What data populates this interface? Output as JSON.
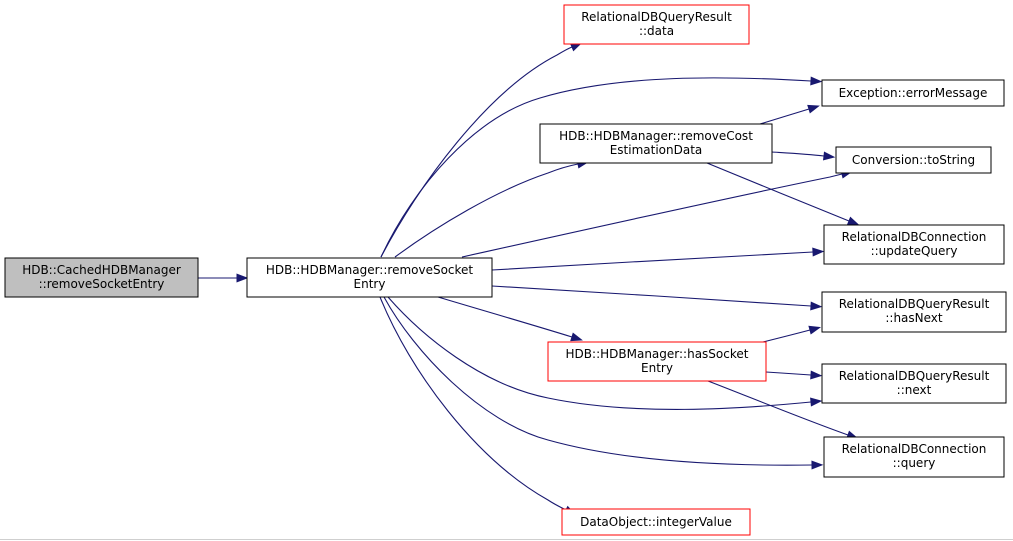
{
  "colors": {
    "edge": "#191970",
    "border_default": "#000000",
    "border_undocumented": "#ff0000",
    "focus_fill": "#bfbfbf",
    "node_fill": "#ffffff"
  },
  "nodes": {
    "cached_remove_socket_entry": {
      "line1": "HDB::CachedHDBManager",
      "line2": "::removeSocketEntry",
      "style": "focus"
    },
    "remove_socket_entry": {
      "line1": "HDB::HDBManager::removeSocket",
      "line2": "Entry",
      "style": "normal"
    },
    "rdbqr_data": {
      "line1": "RelationalDBQueryResult",
      "line2": "::data",
      "style": "red"
    },
    "exception_error_message": {
      "line1": "Exception::errorMessage",
      "style": "normal"
    },
    "remove_cost_estimation_data": {
      "line1": "HDB::HDBManager::removeCost",
      "line2": "EstimationData",
      "style": "normal"
    },
    "conversion_to_string": {
      "line1": "Conversion::toString",
      "style": "normal"
    },
    "rdbc_update_query": {
      "line1": "RelationalDBConnection",
      "line2": "::updateQuery",
      "style": "normal"
    },
    "rdbqr_has_next": {
      "line1": "RelationalDBQueryResult",
      "line2": "::hasNext",
      "style": "normal"
    },
    "has_socket_entry": {
      "line1": "HDB::HDBManager::hasSocket",
      "line2": "Entry",
      "style": "red"
    },
    "rdbqr_next": {
      "line1": "RelationalDBQueryResult",
      "line2": "::next",
      "style": "normal"
    },
    "rdbc_query": {
      "line1": "RelationalDBConnection",
      "line2": "::query",
      "style": "normal"
    },
    "data_object_integer_value": {
      "line1": "DataObject::integerValue",
      "style": "red"
    }
  },
  "edges": [
    {
      "from": "cached_remove_socket_entry",
      "to": "remove_socket_entry"
    },
    {
      "from": "remove_socket_entry",
      "to": "rdbqr_data"
    },
    {
      "from": "remove_socket_entry",
      "to": "exception_error_message"
    },
    {
      "from": "remove_socket_entry",
      "to": "remove_cost_estimation_data"
    },
    {
      "from": "remove_socket_entry",
      "to": "conversion_to_string"
    },
    {
      "from": "remove_socket_entry",
      "to": "rdbc_update_query"
    },
    {
      "from": "remove_socket_entry",
      "to": "rdbqr_has_next"
    },
    {
      "from": "remove_socket_entry",
      "to": "has_socket_entry"
    },
    {
      "from": "remove_socket_entry",
      "to": "rdbqr_next"
    },
    {
      "from": "remove_socket_entry",
      "to": "rdbc_query"
    },
    {
      "from": "remove_socket_entry",
      "to": "data_object_integer_value"
    },
    {
      "from": "remove_cost_estimation_data",
      "to": "exception_error_message"
    },
    {
      "from": "remove_cost_estimation_data",
      "to": "conversion_to_string"
    },
    {
      "from": "remove_cost_estimation_data",
      "to": "rdbc_update_query"
    },
    {
      "from": "has_socket_entry",
      "to": "rdbqr_has_next"
    },
    {
      "from": "has_socket_entry",
      "to": "rdbqr_next"
    },
    {
      "from": "has_socket_entry",
      "to": "rdbc_query"
    }
  ]
}
